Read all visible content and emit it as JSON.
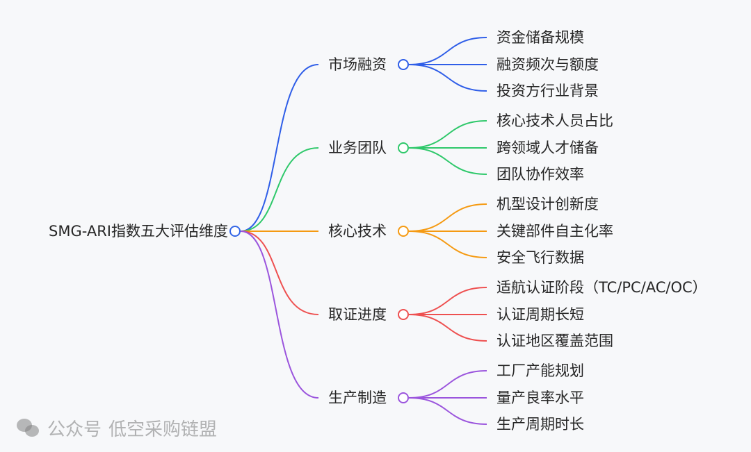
{
  "root": {
    "label": "SMG-ARI指数五大评估维度",
    "color": "#3366e6"
  },
  "branches": [
    {
      "label": "市场融资",
      "color": "#2f5ee8",
      "leaves": [
        "资金储备规模",
        "融资频次与额度",
        "投资方行业背景"
      ]
    },
    {
      "label": "业务团队",
      "color": "#2ec86a",
      "leaves": [
        "核心技术人员占比",
        "跨领域人才储备",
        "团队协作效率"
      ]
    },
    {
      "label": "核心技术",
      "color": "#f59a12",
      "leaves": [
        "机型设计创新度",
        "关键部件自主化率",
        "安全飞行数据"
      ]
    },
    {
      "label": "取证进度",
      "color": "#ee5050",
      "leaves": [
        "适航认证阶段（TC/PC/AC/OC）",
        "认证周期长短",
        "认证地区覆盖范围"
      ]
    },
    {
      "label": "生产制造",
      "color": "#9b55dd",
      "leaves": [
        "工厂产能规划",
        "量产良率水平",
        "生产周期时长"
      ]
    }
  ],
  "watermark": {
    "prefix": "公众号",
    "name": "低空采购链盟",
    "icon": "wechat-icon"
  }
}
